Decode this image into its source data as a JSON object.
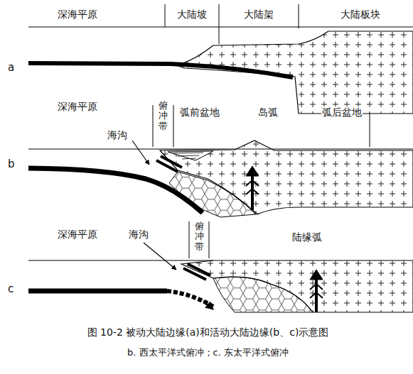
{
  "diagram": {
    "caption": "图 10-2 被动大陆边缘(a)和活动大陆边缘(b、c)示意图",
    "labels": [
      "深海平原",
      "大陆坡",
      "大陆架",
      "大陆板块",
      "a",
      "深海平原",
      "海沟",
      "俯冲带",
      "弧前盆地",
      "岛弧",
      "弧后盆地",
      "b",
      "深海平原",
      "海沟",
      "俯冲带",
      "陆缘弧",
      "c",
      "b. 西太平洋式俯冲；c. 东太平洋式俯冲"
    ]
  }
}
